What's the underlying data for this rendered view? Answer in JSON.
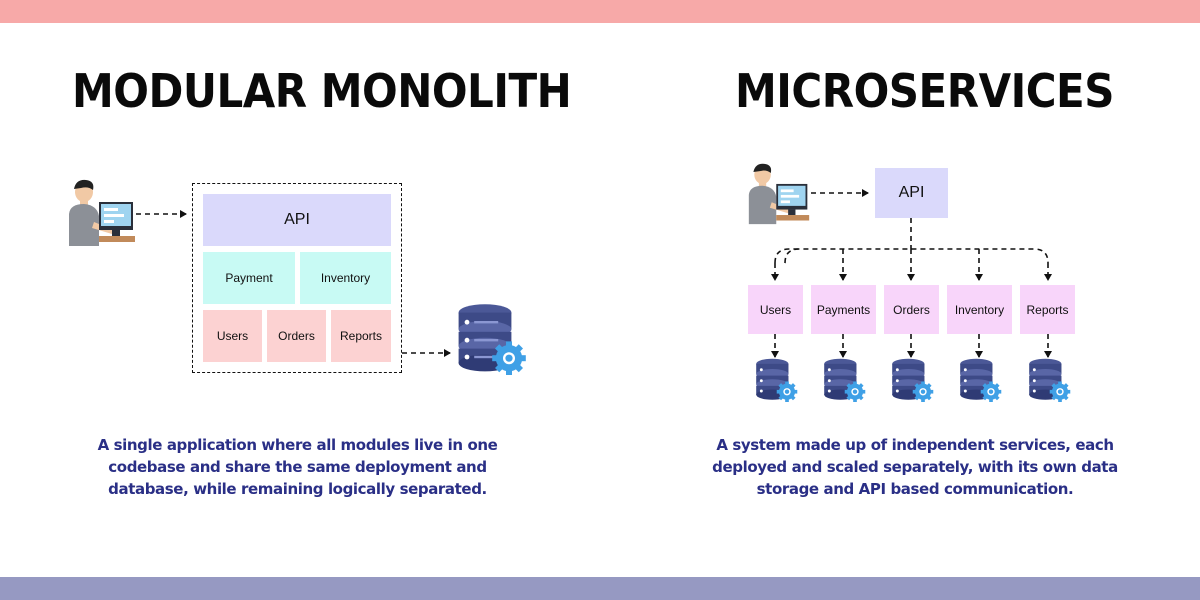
{
  "monolith": {
    "title": "MODULAR MONOLITH",
    "api_label": "API",
    "modules_row1": [
      "Payment",
      "Inventory"
    ],
    "modules_row2": [
      "Users",
      "Orders",
      "Reports"
    ],
    "description": "A single application where all modules live in one codebase and share the same deployment and database, while remaining logically separated."
  },
  "microservices": {
    "title": "MICROSERVICES",
    "api_label": "API",
    "services": [
      "Users",
      "Payments",
      "Orders",
      "Inventory",
      "Reports"
    ],
    "description": "A system made up of independent services, each deployed and scaled separately, with its own data storage and API based communication."
  },
  "icons": [
    "user-at-computer-icon",
    "database-gear-icon"
  ],
  "colors": {
    "top_band": "#f7a9a8",
    "bottom_band": "#9699c2",
    "api": "#dad9fb",
    "teal": "#c8faf4",
    "pink": "#fcd2d2",
    "lilac": "#f8d5fa",
    "description_text": "#2a2f86"
  }
}
